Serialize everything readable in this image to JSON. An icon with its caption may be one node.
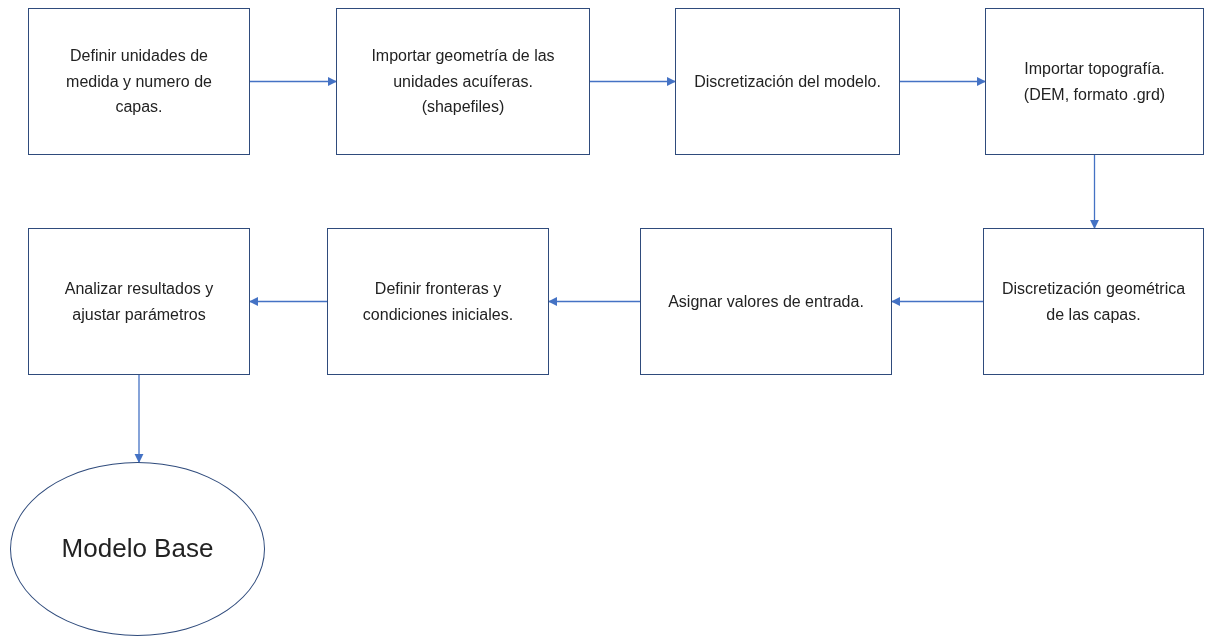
{
  "diagram": {
    "nodes": [
      {
        "text": [
          "Definir unidades de medida y numero de capas."
        ]
      },
      {
        "text": [
          "Importar geometría de las unidades acuíferas. (shapefiles)"
        ]
      },
      {
        "text": [
          "Discretización del modelo."
        ]
      },
      {
        "text": [
          "Importar topografía. (DEM, formato .grd)"
        ]
      },
      {
        "text": [
          "Discretización geométrica de las capas."
        ]
      },
      {
        "text": [
          "Asignar valores de entrada."
        ]
      },
      {
        "text": [
          "Definir fronteras y condiciones iniciales."
        ]
      },
      {
        "text": [
          "Analizar resultados y ajustar parámetros"
        ]
      },
      {
        "text": [
          "Modelo Base"
        ]
      }
    ],
    "edges": [
      {
        "from": 0,
        "to": 1,
        "arrow": "to"
      },
      {
        "from": 1,
        "to": 2,
        "arrow": "to"
      },
      {
        "from": 2,
        "to": 3,
        "arrow": "to"
      },
      {
        "from": 3,
        "to": 4,
        "arrow": "to"
      },
      {
        "from": 4,
        "to": 5,
        "arrow": "to"
      },
      {
        "from": 5,
        "to": 6,
        "arrow": "to"
      },
      {
        "from": 6,
        "to": 7,
        "arrow": "to"
      },
      {
        "from": 7,
        "to": 8,
        "arrow": "to"
      }
    ]
  }
}
